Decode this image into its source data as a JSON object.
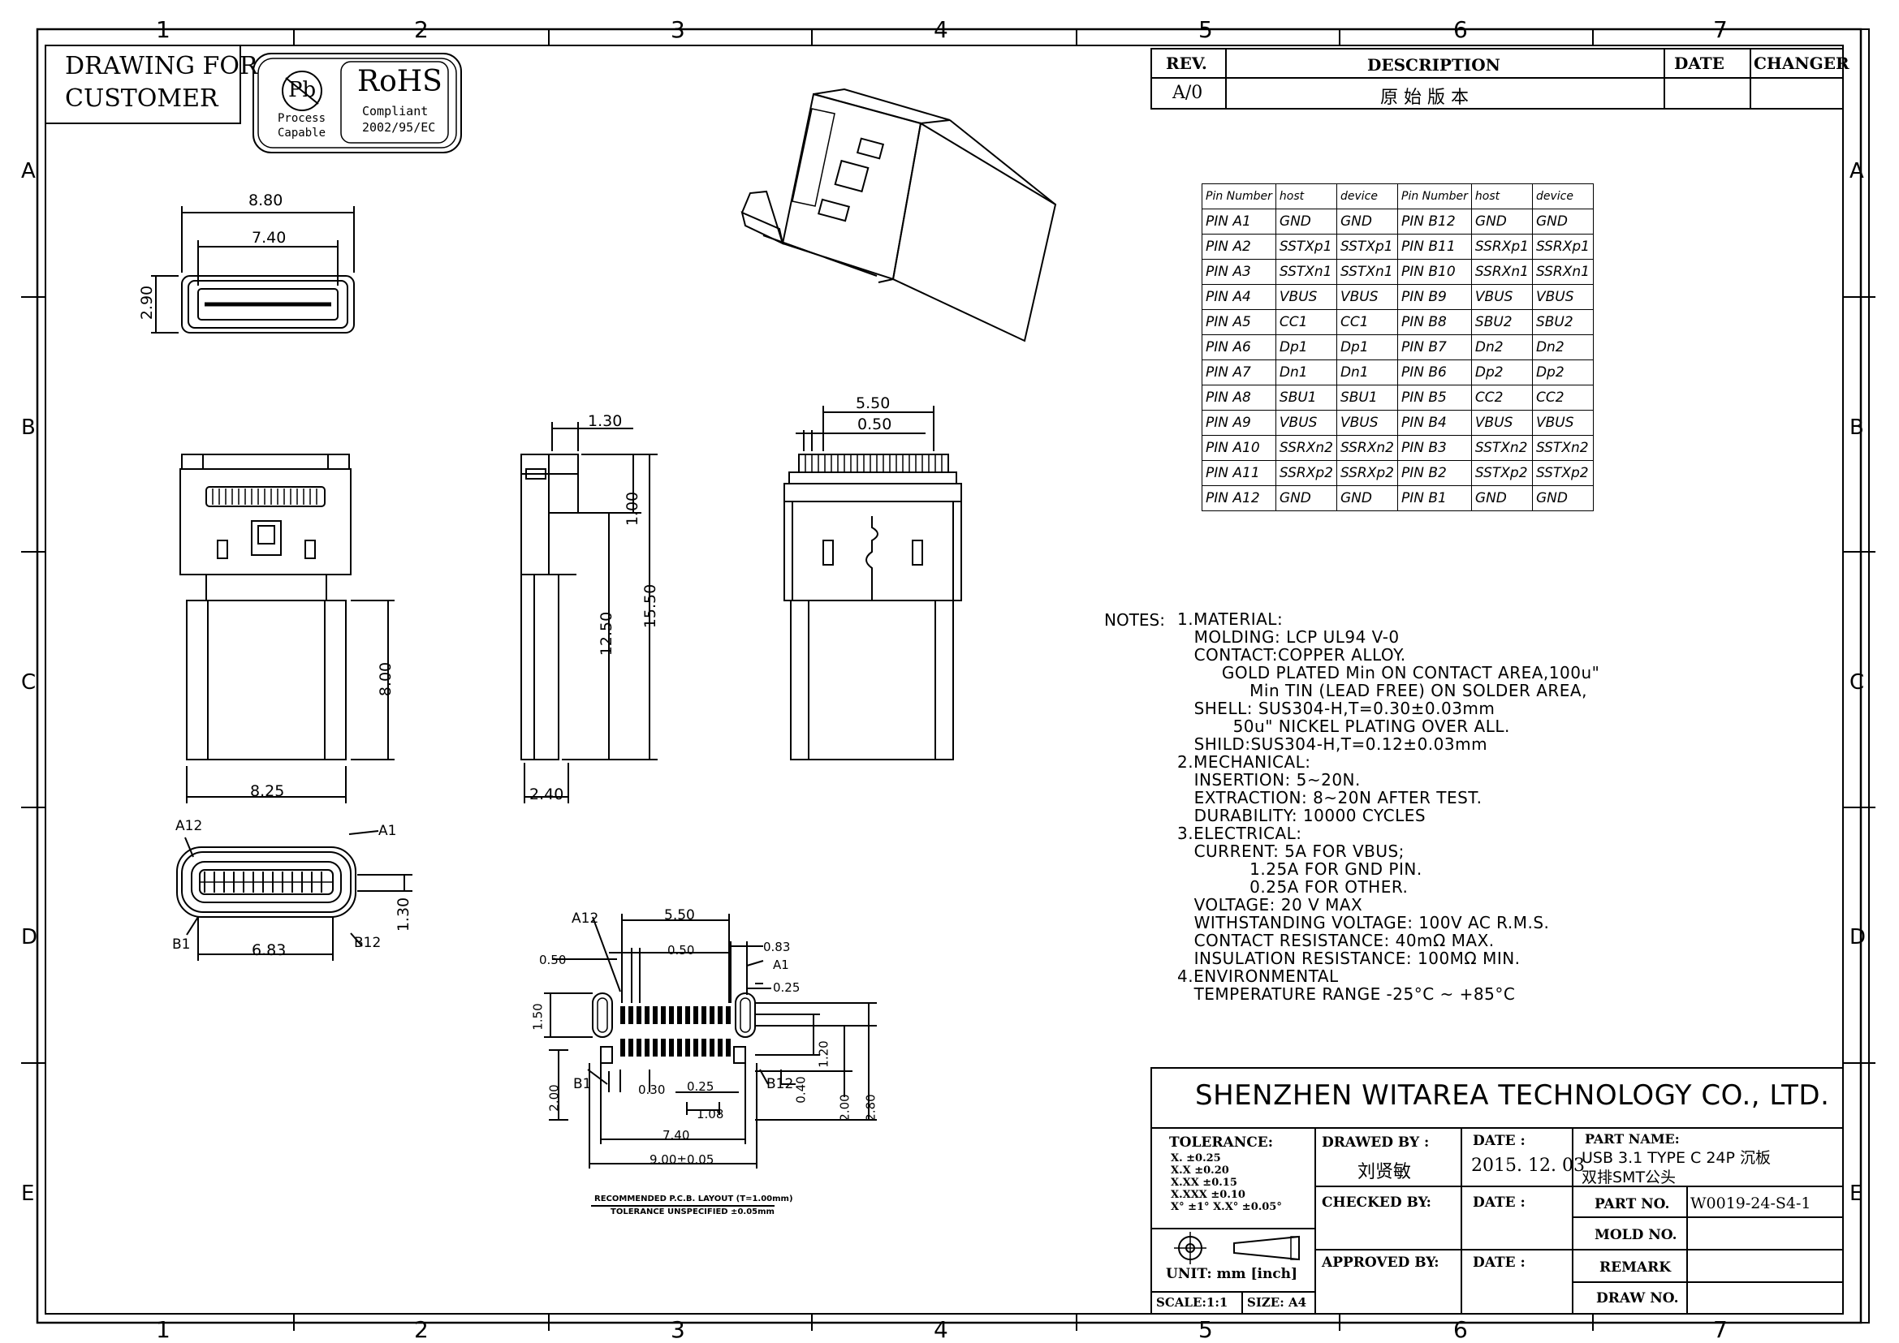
{
  "header": {
    "drawing_for": "DRAWING FOR",
    "customer": "CUSTOMER",
    "pb_symbol": "Pb",
    "pb_line1": "Process",
    "pb_line2": "Capable",
    "rohs": "RoHS",
    "rohs_line1": "Compliant",
    "rohs_line2": "2002/95/EC"
  },
  "grid": {
    "cols": [
      "1",
      "2",
      "3",
      "4",
      "5",
      "6",
      "7"
    ],
    "rows": [
      "A",
      "B",
      "C",
      "D",
      "E"
    ]
  },
  "revision": {
    "headers": [
      "REV.",
      "DESCRIPTION",
      "DATE",
      "CHANGER"
    ],
    "row": [
      "A/0",
      "原 始 版 本",
      "",
      ""
    ]
  },
  "pin_table": {
    "headers": [
      "Pin Number",
      "host",
      "device",
      "Pin Number",
      "host",
      "device"
    ],
    "rows": [
      [
        "PIN A1",
        "GND",
        "GND",
        "PIN B12",
        "GND",
        "GND"
      ],
      [
        "PIN A2",
        "SSTXp1",
        "SSTXp1",
        "PIN B11",
        "SSRXp1",
        "SSRXp1"
      ],
      [
        "PIN A3",
        "SSTXn1",
        "SSTXn1",
        "PIN B10",
        "SSRXn1",
        "SSRXn1"
      ],
      [
        "PIN A4",
        "VBUS",
        "VBUS",
        "PIN B9",
        "VBUS",
        "VBUS"
      ],
      [
        "PIN A5",
        "CC1",
        "CC1",
        "PIN B8",
        "SBU2",
        "SBU2"
      ],
      [
        "PIN A6",
        "Dp1",
        "Dp1",
        "PIN B7",
        "Dn2",
        "Dn2"
      ],
      [
        "PIN A7",
        "Dn1",
        "Dn1",
        "PIN B6",
        "Dp2",
        "Dp2"
      ],
      [
        "PIN A8",
        "SBU1",
        "SBU1",
        "PIN B5",
        "CC2",
        "CC2"
      ],
      [
        "PIN A9",
        "VBUS",
        "VBUS",
        "PIN B4",
        "VBUS",
        "VBUS"
      ],
      [
        "PIN A10",
        "SSRXn2",
        "SSRXn2",
        "PIN B3",
        "SSTXn2",
        "SSTXn2"
      ],
      [
        "PIN A11",
        "SSRXp2",
        "SSRXp2",
        "PIN B2",
        "SSTXp2",
        "SSTXp2"
      ],
      [
        "PIN A12",
        "GND",
        "GND",
        "PIN B1",
        "GND",
        "GND"
      ]
    ]
  },
  "notes": {
    "label": "NOTES:",
    "lines": [
      "1.MATERIAL:",
      "   MOLDING: LCP UL94 V-0",
      "   CONTACT:COPPER ALLOY.",
      "        GOLD PLATED Min ON CONTACT AREA,100u\"",
      "             Min TIN (LEAD FREE) ON SOLDER AREA,",
      "   SHELL: SUS304-H,T=0.30±0.03mm",
      "          50u\" NICKEL PLATING OVER ALL.",
      "   SHILD:SUS304-H,T=0.12±0.03mm",
      "2.MECHANICAL:",
      "   INSERTION: 5~20N.",
      "   EXTRACTION: 8~20N AFTER TEST.",
      "   DURABILITY: 10000 CYCLES",
      "3.ELECTRICAL:",
      "   CURRENT: 5A FOR VBUS;",
      "             1.25A FOR GND PIN.",
      "             0.25A FOR OTHER.",
      "   VOLTAGE: 20 V MAX",
      "   WITHSTANDING VOLTAGE: 100V AC R.M.S.",
      "   CONTACT RESISTANCE: 40mΩ MAX.",
      "   INSULATION RESISTANCE: 100MΩ MIN.",
      "4.ENVIRONMENTAL",
      "   TEMPERATURE RANGE -25°C ~ +85°C"
    ]
  },
  "dimensions": {
    "top_width": "8.80",
    "top_inner": "7.40",
    "top_height": "2.90",
    "front_width": "8.25",
    "front_height": "8.00",
    "side_top": "1.30",
    "side_step": "1.00",
    "side_body": "12.50",
    "side_total": "15.50",
    "side_bottom": "2.40",
    "back_width": "5.50",
    "back_pitch": "0.50",
    "end_a12": "A12",
    "end_a1": "A1",
    "end_b1": "B1",
    "end_b12": "B12",
    "end_width": "6.83",
    "end_height": "1.30",
    "pcb_a12": "A12",
    "pcb_a1": "A1",
    "pcb_b1": "B1",
    "pcb_b12": "B12",
    "pcb_550": "5.50",
    "pcb_050a": "0.50",
    "pcb_050b": "0.50",
    "pcb_083": "0.83",
    "pcb_025a": "0.25",
    "pcb_150": "1.50",
    "pcb_120": "1.20",
    "pcb_030": "0.30",
    "pcb_025b": "0.25",
    "pcb_040": "0.40",
    "pcb_108": "1.08",
    "pcb_200a": "2.00",
    "pcb_200b": "2.00",
    "pcb_280": "2.80",
    "pcb_740": "7.40",
    "pcb_900": "9.00±0.05",
    "pcb_note1": "RECOMMENDED  P.C.B. LAYOUT (T=1.00mm)",
    "pcb_note2": "TOLERANCE  UNSPECIFIED ±0.05mm"
  },
  "title_block": {
    "company": "SHENZHEN WITAREA TECHNOLOGY CO., LTD.",
    "tolerance_label": "TOLERANCE:",
    "tol_lines": [
      "X.    ±0.25",
      "X.X   ±0.20",
      "X.XX  ±0.15",
      "X.XXX ±0.10",
      "X° ±1°     X.X° ±0.05°"
    ],
    "unit": "UNIT: mm [inch]",
    "scale": "SCALE:1:1",
    "size": "SIZE: A4",
    "drawn_by_label": "DRAWED BY :",
    "drawn_by": "刘贤敏",
    "date_label": "DATE :",
    "date": "2015. 12. 03",
    "checked_label": "CHECKED BY:",
    "checked_date_label": "DATE :",
    "approved_label": "APPROVED BY:",
    "approved_date_label": "DATE :",
    "part_name_label": "PART NAME:",
    "part_name_1": "USB 3.1 TYPE C 24P 沉板",
    "part_name_2": "双排SMT公头",
    "part_no_label": "PART NO.",
    "part_no": "W0019-24-S4-1",
    "mold_no_label": "MOLD NO.",
    "remark_label": "REMARK",
    "draw_no_label": "DRAW NO."
  }
}
